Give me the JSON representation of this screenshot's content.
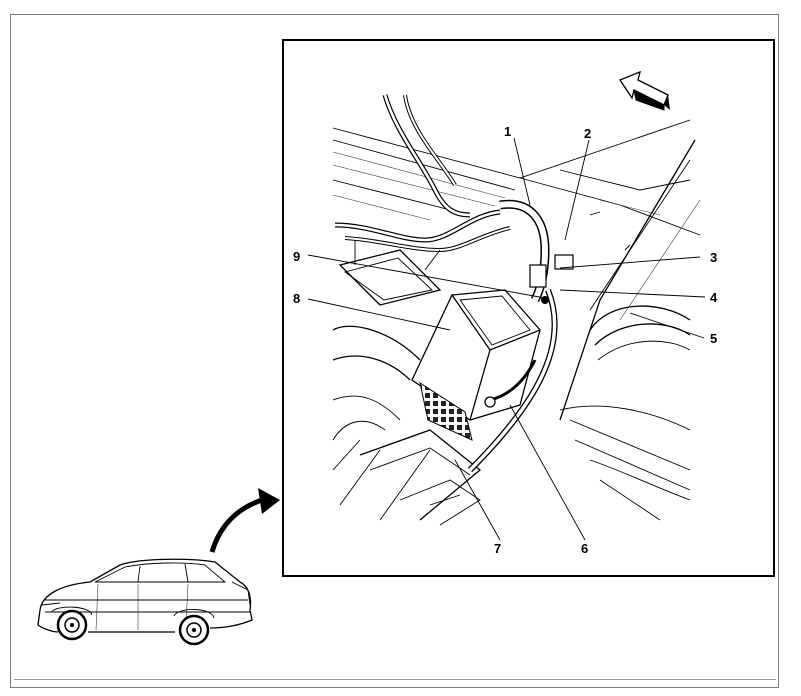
{
  "diagram": {
    "type": "service-illustration",
    "subject": "battery and cable routing, rear compartment",
    "orientation_arrow": "forward",
    "callouts": [
      {
        "id": 1,
        "label": "1"
      },
      {
        "id": 2,
        "label": "2"
      },
      {
        "id": 3,
        "label": "3"
      },
      {
        "id": 4,
        "label": "4"
      },
      {
        "id": 5,
        "label": "5"
      },
      {
        "id": 6,
        "label": "6"
      },
      {
        "id": 7,
        "label": "7"
      },
      {
        "id": 8,
        "label": "8"
      },
      {
        "id": 9,
        "label": "9"
      }
    ],
    "colors": {
      "line": "#000000",
      "frame": "#7a7a7a",
      "background": "#ffffff"
    }
  }
}
